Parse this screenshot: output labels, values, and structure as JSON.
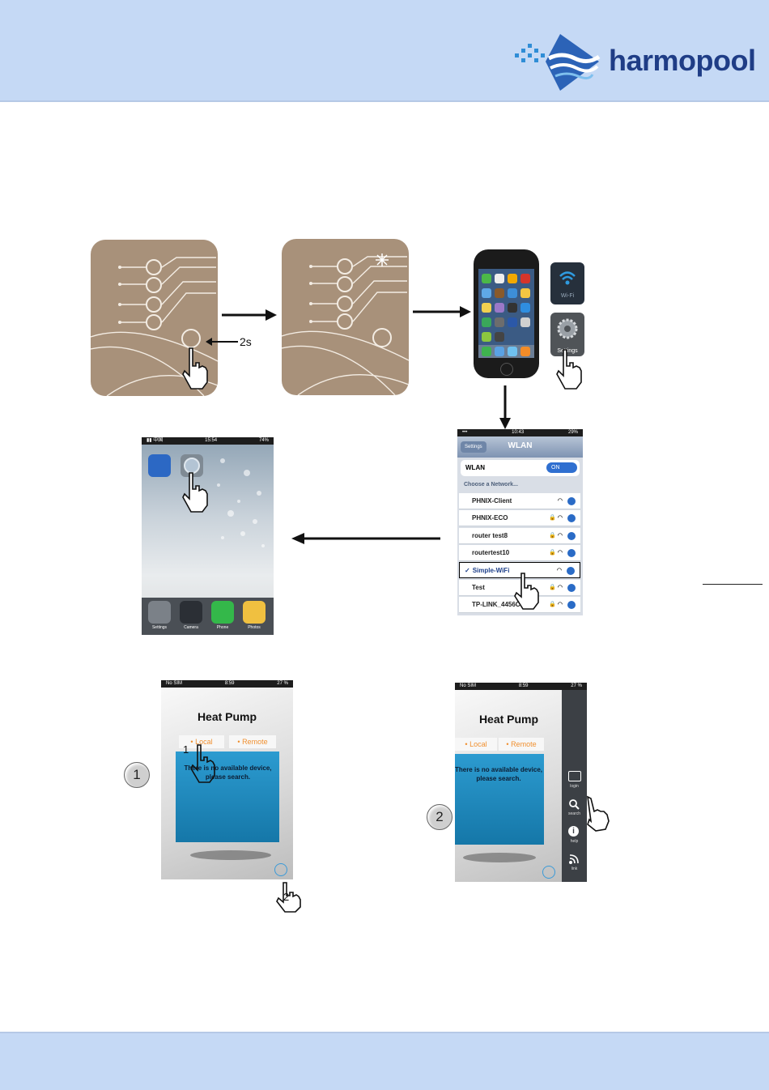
{
  "header": {
    "brand": "harmopool"
  },
  "colors": {
    "band": "#c5d9f5",
    "brand_blue": "#1f3d86",
    "panel": "#a8917a",
    "screen_blue": "#1f8ab8"
  },
  "step1": {
    "hold_label": "2s"
  },
  "wifi_icon": {
    "label": "Wi-Fi"
  },
  "settings_icon": {
    "label": "Settings"
  },
  "wlan": {
    "back": "Settings",
    "title": "WLAN",
    "row_label": "WLAN",
    "toggle": "ON",
    "section": "Choose a Network...",
    "networks": [
      "PHNIX-Client",
      "PHNIX-ECO",
      "router test8",
      "routertest10",
      "Simple-WiFi",
      "Test",
      "TP-LINK_4456C"
    ],
    "selected_check": "✓"
  },
  "home": {
    "status_time": "15:54",
    "dock": [
      "Settings",
      "Camera",
      "Phone",
      "Photos"
    ]
  },
  "app1": {
    "status_left": "No SIM",
    "status_time": "8:59",
    "status_right": "27 %",
    "title": "Heat Pump",
    "tab_local": "Local",
    "tab_remote": "Remote",
    "msg_line1": "There is no available device,",
    "msg_line2": "please search.",
    "callout": "1",
    "hand_num": "1",
    "hand2_num": "2"
  },
  "app2": {
    "status_left": "No SIM",
    "status_time": "8:59",
    "status_right": "27 %",
    "title": "Heat Pump",
    "tab_local": "Local",
    "tab_remote": "Remote",
    "msg_line1": "There is no available device,",
    "msg_line2": "please search.",
    "callout": "2",
    "side": [
      "login",
      "search",
      "help",
      "link"
    ]
  }
}
